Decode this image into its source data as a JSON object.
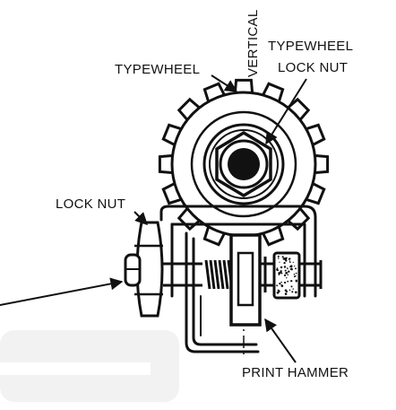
{
  "labels": {
    "typewheel": "TYPEWHEEL",
    "vertical": "VERTICAL",
    "typewheel_lock_nut_line1": "TYPEWHEEL",
    "typewheel_lock_nut_line2": "LOCK NUT",
    "lock_nut": "LOCK NUT",
    "print_hammer": "PRINT HAMMER"
  },
  "colors": {
    "ink": "#111111",
    "background": "#ffffff",
    "caption_bar": "#f2f2f2",
    "caption_bar_inner": "#ffffff"
  }
}
